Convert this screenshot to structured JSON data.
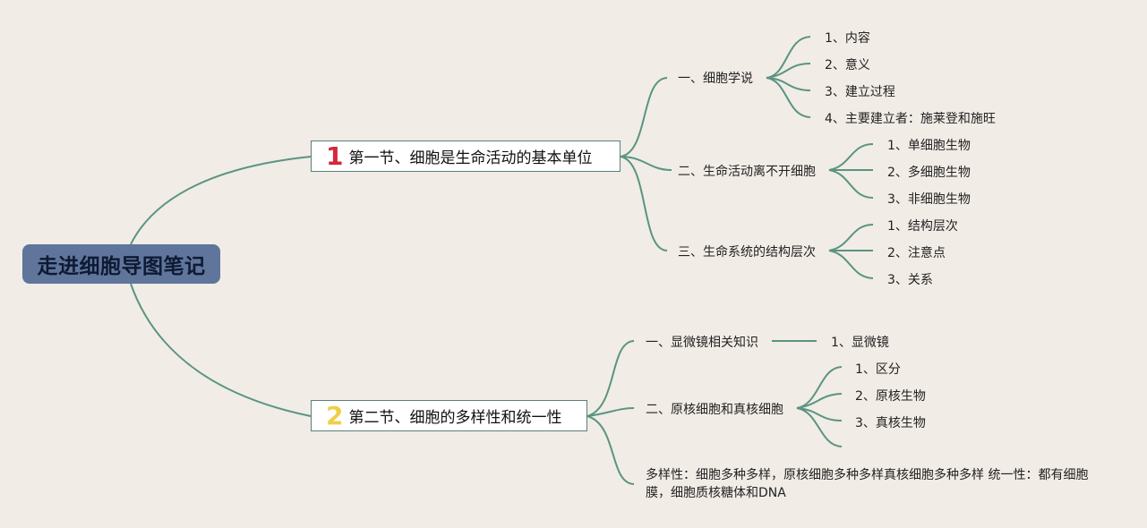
{
  "root": "走进细胞导图笔记",
  "sections": [
    {
      "number": "1",
      "title": "第一节、细胞是生命活动的基本单位",
      "topics": [
        {
          "label": "一、细胞学说",
          "items": [
            "1、内容",
            "2、意义",
            "3、建立过程",
            "4、主要建立者：施莱登和施旺"
          ]
        },
        {
          "label": "二、生命活动离不开细胞",
          "items": [
            "1、单细胞生物",
            "2、多细胞生物",
            "3、非细胞生物"
          ]
        },
        {
          "label": "三、生命系统的结构层次",
          "items": [
            "1、结构层次",
            "2、注意点",
            "3、关系"
          ]
        }
      ]
    },
    {
      "number": "2",
      "title": "第二节、细胞的多样性和统一性",
      "topics": [
        {
          "label": "一、显微镜相关知识",
          "items": [
            "1、显微镜"
          ]
        },
        {
          "label": "二、原核细胞和真核细胞",
          "items": [
            "1、区分",
            "2、原核生物",
            "3、真核生物",
            ""
          ]
        }
      ],
      "note": "多样性：细胞多种多样，原核细胞多种多样真核细胞多种多样 统一性：都有细胞膜，细胞质核糖体和DNA"
    }
  ],
  "colors": {
    "link": "#5a9482",
    "root_bg": "#5f759b",
    "section_border": "#5a7f78",
    "background": "#f1ece6"
  }
}
